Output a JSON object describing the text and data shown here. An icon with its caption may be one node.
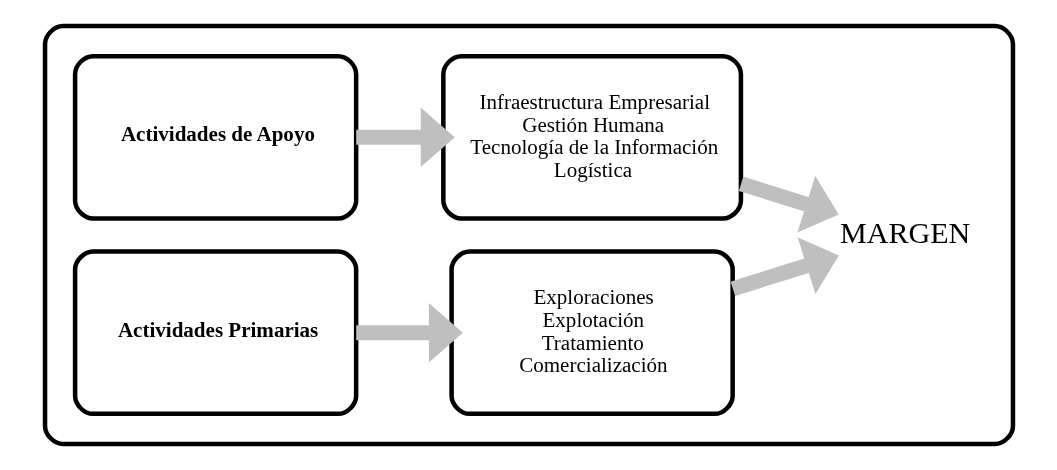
{
  "diagram": {
    "nodes": [
      {
        "text": [],
        "shape": "box"
      },
      {
        "text": [
          "Actividades de Apoyo"
        ],
        "in": 0
      },
      {
        "text": [
          "Infraestructura Empresarial",
          "Gestión Humana",
          "Tecnología de la Información",
          "Logística"
        ],
        "in": 0
      },
      {
        "text": [
          "Actividades Primarias"
        ],
        "in": 0
      },
      {
        "text": [
          "Exploraciones",
          "Explotación",
          "Tratamiento",
          "Comercialización"
        ],
        "in": 0
      },
      {
        "text": [
          "MARGEN"
        ],
        "in": 0
      }
    ],
    "edges": [
      {
        "from": 1,
        "to": 2,
        "arrow": "to"
      },
      {
        "from": 3,
        "to": 4,
        "arrow": "to"
      },
      {
        "from": 2,
        "to": 5,
        "arrow": "to"
      },
      {
        "from": 4,
        "to": 5,
        "arrow": "to"
      }
    ]
  }
}
